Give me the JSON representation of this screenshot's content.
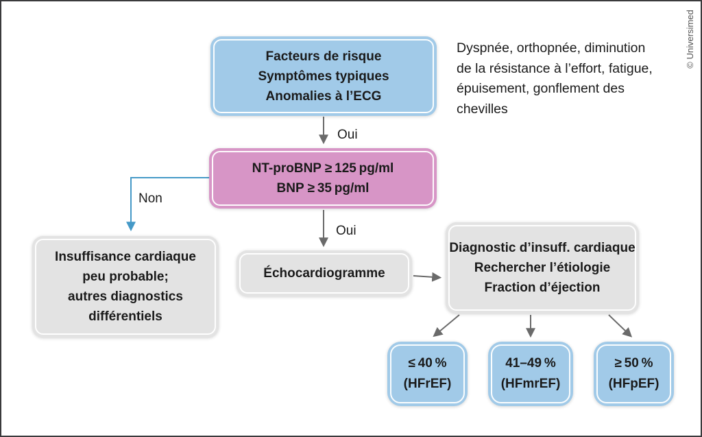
{
  "credit": "© Universimed",
  "note": {
    "lines": [
      "Dyspnée, orthopnée, diminution",
      "de la résistance à l’effort, fatigue,",
      "épuisement, gonflement des",
      "chevilles"
    ]
  },
  "labels": {
    "oui_top": "Oui",
    "oui_mid": "Oui",
    "non": "Non"
  },
  "nodes": {
    "risk_factors": {
      "lines": [
        "Facteurs de risque",
        "Symptômes typiques",
        "Anomalies à l’ECG"
      ]
    },
    "bnp_threshold": {
      "lines": [
        "NT-proBNP ≥ 125 pg/ml",
        "BNP ≥ 35 pg/ml"
      ]
    },
    "hf_unlikely": {
      "lines": [
        "Insuffisance cardiaque",
        "peu probable;",
        "autres diagnostics",
        "différentiels"
      ]
    },
    "echocardiogram": {
      "lines": [
        "Échocardiogramme"
      ]
    },
    "diagnosis": {
      "lines": [
        "Diagnostic d’insuff. cardiaque",
        "Rechercher l’étiologie",
        "Fraction d’éjection"
      ]
    },
    "hfref": {
      "lines": [
        "≤ 40 %",
        "(HFrEF)"
      ]
    },
    "hfmref": {
      "lines": [
        "41–49 %",
        "(HFmrEF)"
      ]
    },
    "hfpef": {
      "lines": [
        "≥ 50 %",
        "(HFpEF)"
      ]
    }
  },
  "colors": {
    "blue_node": "#a1cae8",
    "pink_node": "#d795c6",
    "gray_node": "#e3e3e3",
    "arrow_gray": "#6a6a6a",
    "arrow_blue": "#4599c7",
    "text": "#1a1a1a",
    "credit_text": "#555555",
    "frame": "#3a3a3c"
  }
}
